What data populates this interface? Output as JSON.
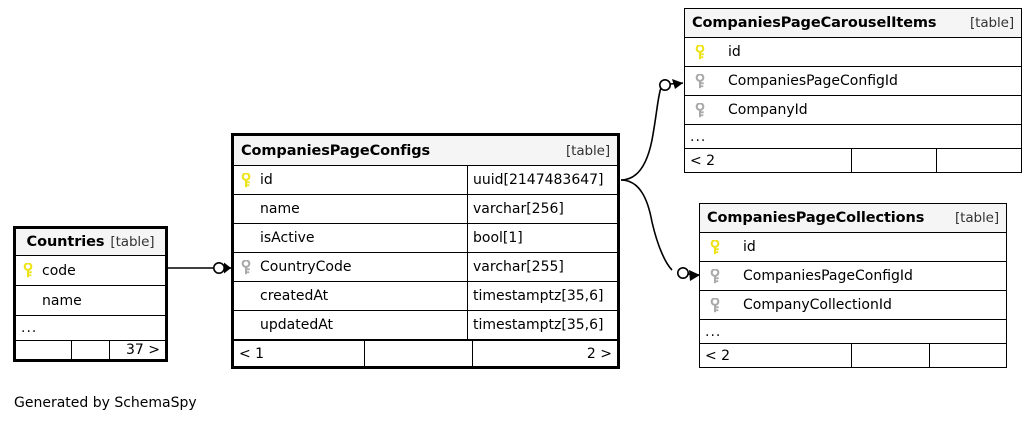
{
  "diagram": {
    "generator_credit": "Generated by SchemaSpy",
    "table_tag": "[table]",
    "ellipsis": "...",
    "key_icon_primary": "primary-key-icon",
    "key_icon_foreign": "foreign-key-icon",
    "colors": {
      "primary_key": "#EDE318",
      "foreign_key": "#AAAAAA",
      "header_bg": "#F5F5F5",
      "border": "#000000",
      "background": "#FFFFFF"
    }
  },
  "tables": {
    "countries": {
      "name": "Countries",
      "tag": "[table]",
      "columns": [
        {
          "name": "code",
          "key": "primary"
        },
        {
          "name": "name",
          "key": "none"
        }
      ],
      "ellipsis": "...",
      "footer": [
        "",
        "",
        "37 >"
      ]
    },
    "companies_page_configs": {
      "name": "CompaniesPageConfigs",
      "tag": "[table]",
      "columns": [
        {
          "name": "id",
          "type": "uuid[2147483647]",
          "key": "primary"
        },
        {
          "name": "name",
          "type": "varchar[256]",
          "key": "none"
        },
        {
          "name": "isActive",
          "type": "bool[1]",
          "key": "none"
        },
        {
          "name": "CountryCode",
          "type": "varchar[255]",
          "key": "foreign"
        },
        {
          "name": "createdAt",
          "type": "timestamptz[35,6]",
          "key": "none"
        },
        {
          "name": "updatedAt",
          "type": "timestamptz[35,6]",
          "key": "none"
        }
      ],
      "footer": [
        "< 1",
        "",
        "2 >"
      ]
    },
    "companies_page_carousel_items": {
      "name": "CompaniesPageCarouselItems",
      "tag": "[table]",
      "columns": [
        {
          "name": "id",
          "key": "primary"
        },
        {
          "name": "CompaniesPageConfigId",
          "key": "foreign"
        },
        {
          "name": "CompanyId",
          "key": "foreign"
        }
      ],
      "ellipsis": "...",
      "footer": [
        "< 2",
        "",
        ""
      ]
    },
    "companies_page_collections": {
      "name": "CompaniesPageCollections",
      "tag": "[table]",
      "columns": [
        {
          "name": "id",
          "key": "primary"
        },
        {
          "name": "CompaniesPageConfigId",
          "key": "foreign"
        },
        {
          "name": "CompanyCollectionId",
          "key": "foreign"
        }
      ],
      "ellipsis": "...",
      "footer": [
        "< 2",
        "",
        ""
      ]
    }
  },
  "relationships": [
    {
      "from": "countries.code",
      "to": "companies_page_configs.CountryCode",
      "style": "zero-or-many"
    },
    {
      "from": "companies_page_configs.id",
      "to": "companies_page_carousel_items.CompaniesPageConfigId",
      "style": "zero-or-many"
    },
    {
      "from": "companies_page_configs.id",
      "to": "companies_page_collections.CompaniesPageConfigId",
      "style": "zero-or-many"
    }
  ]
}
